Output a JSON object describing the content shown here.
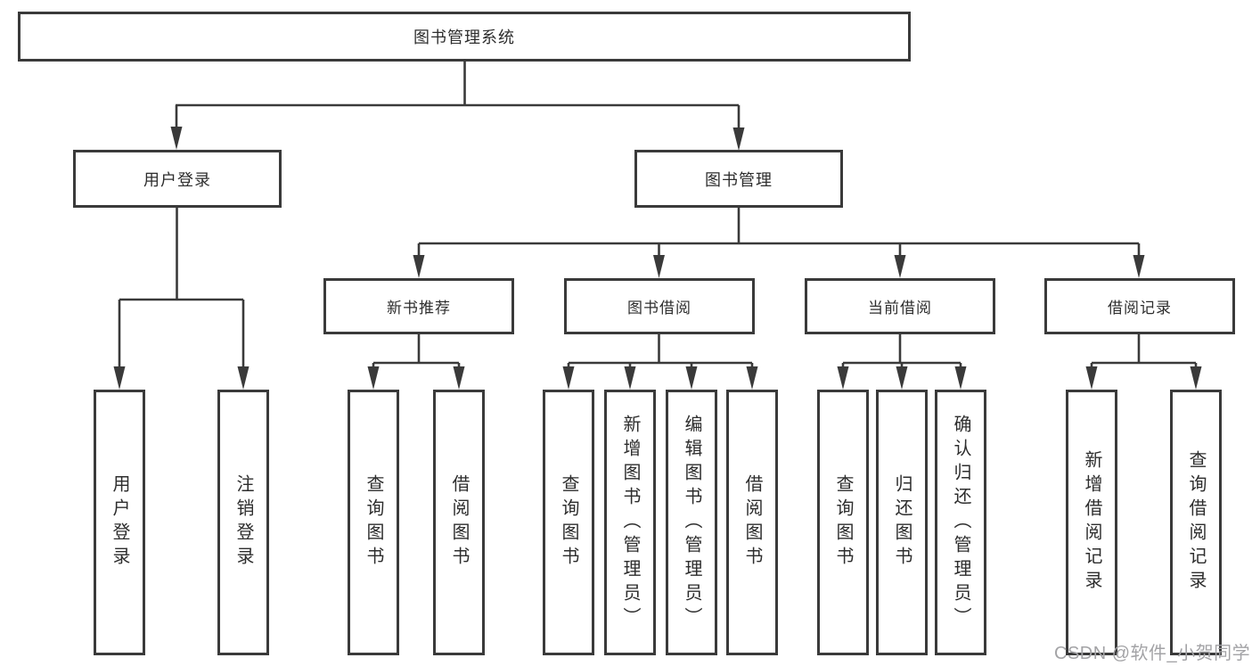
{
  "diagram": {
    "root": {
      "label": "图书管理系统"
    },
    "level2": [
      {
        "label": "用户登录"
      },
      {
        "label": "图书管理"
      }
    ],
    "level3": [
      {
        "label": "新书推荐"
      },
      {
        "label": "图书借阅"
      },
      {
        "label": "当前借阅"
      },
      {
        "label": "借阅记录"
      }
    ],
    "leaves": {
      "user_login": [
        "用户登录",
        "注销登录"
      ],
      "new_book": [
        "查询图书",
        "借阅图书"
      ],
      "book_borrow": [
        "查询图书",
        "新增图书（管理员）",
        "编辑图书（管理员）",
        "借阅图书"
      ],
      "current_borrow": [
        "查询图书",
        "归还图书",
        "确认归还（管理员）"
      ],
      "borrow_record": [
        "新增借阅记录",
        "查询借阅记录"
      ]
    }
  },
  "watermark": {
    "text": "CSDN @软件_小贺同学"
  },
  "colors": {
    "line": "#3a3a3a",
    "box_border": "#3a3a3a",
    "text": "#2d2d2d",
    "watermark": "#a3a3a6",
    "background": "#ffffff"
  }
}
